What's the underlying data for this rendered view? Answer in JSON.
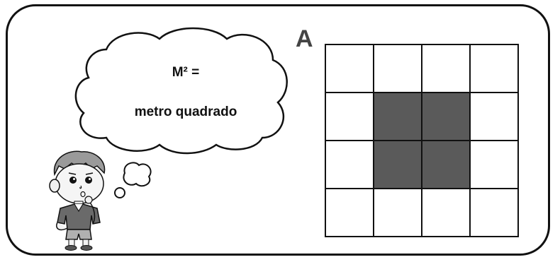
{
  "thought_bubble": {
    "line1": "M² =",
    "line2": "metro quadrado"
  },
  "grid": {
    "label": "A",
    "rows": 4,
    "cols": 4,
    "shaded_cells": [
      [
        1,
        1
      ],
      [
        1,
        2
      ],
      [
        2,
        1
      ],
      [
        2,
        2
      ]
    ],
    "shade_color": "#5a5a5a"
  },
  "illustration": {
    "character": "boy-thinking",
    "shirt_color": "#6a6a6a",
    "shorts_color": "#b0b0b0"
  }
}
